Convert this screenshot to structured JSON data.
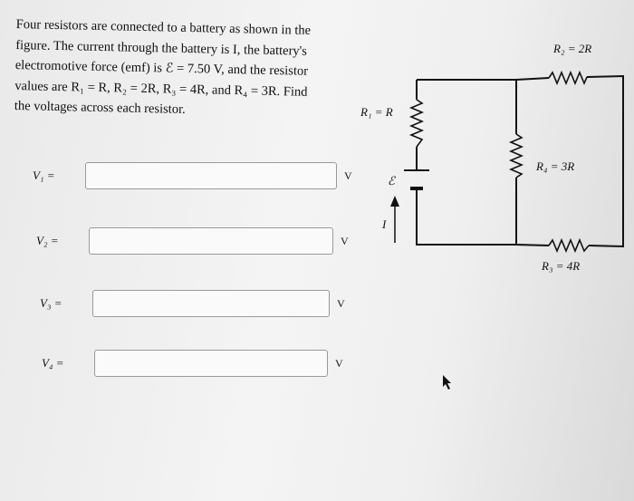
{
  "problem": {
    "lines": [
      "Four resistors are connected to a battery as shown in the",
      "figure. The current through the battery is I, the battery's",
      "electromotive force (emf) is ℰ = 7.50 V, and the resistor",
      "values are R₁ = R, R₂ = 2R, R₃ = 4R, and R₄ = 3R. Find",
      "the voltages across each resistor."
    ]
  },
  "answers": [
    {
      "label": "V₁ =",
      "value": "",
      "unit": "V"
    },
    {
      "label": "V₂ =",
      "value": "",
      "unit": "V"
    },
    {
      "label": "V₃ =",
      "value": "",
      "unit": "V"
    },
    {
      "label": "V₄ =",
      "value": "",
      "unit": "V"
    }
  ],
  "circuit": {
    "r1_label": "R₁ = R",
    "r2_label": "R₂ = 2R",
    "r3_label": "R₃ = 4R",
    "r4_label": "R₄ = 3R",
    "emf_label": "ℰ",
    "current_label": "I"
  }
}
